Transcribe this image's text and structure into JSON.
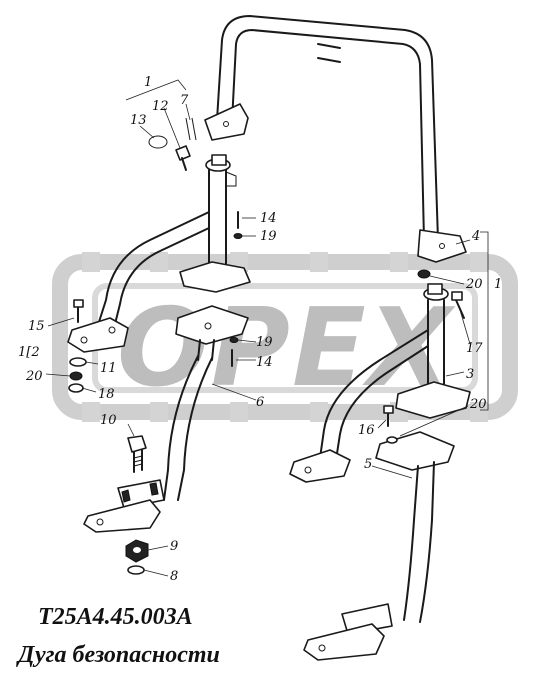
{
  "drawing": {
    "code": "Т25А4.45.003А",
    "title": "Дуга безопасности"
  },
  "watermark": {
    "text": "OPEX",
    "color": "#bdbdbd"
  },
  "callouts": [
    {
      "id": "c1-top",
      "text": "1"
    },
    {
      "id": "c12",
      "text": "12"
    },
    {
      "id": "c13",
      "text": "13"
    },
    {
      "id": "c7",
      "text": "7"
    },
    {
      "id": "c14-top",
      "text": "14"
    },
    {
      "id": "c19-top",
      "text": "19"
    },
    {
      "id": "c4",
      "text": "4"
    },
    {
      "id": "c20-right",
      "text": "20"
    },
    {
      "id": "c1-right",
      "text": "1"
    },
    {
      "id": "c17",
      "text": "17"
    },
    {
      "id": "c3",
      "text": "3"
    },
    {
      "id": "c20-mid",
      "text": "20"
    },
    {
      "id": "c16",
      "text": "16"
    },
    {
      "id": "c5",
      "text": "5"
    },
    {
      "id": "c15",
      "text": "15"
    },
    {
      "id": "c1-left",
      "text": "1[2"
    },
    {
      "id": "c20-left",
      "text": "20"
    },
    {
      "id": "c11",
      "text": "11"
    },
    {
      "id": "c18",
      "text": "18"
    },
    {
      "id": "c19-mid",
      "text": "19"
    },
    {
      "id": "c14-mid",
      "text": "14"
    },
    {
      "id": "c6",
      "text": "6"
    },
    {
      "id": "c10",
      "text": "10"
    },
    {
      "id": "c9",
      "text": "9"
    },
    {
      "id": "c8",
      "text": "8"
    }
  ]
}
